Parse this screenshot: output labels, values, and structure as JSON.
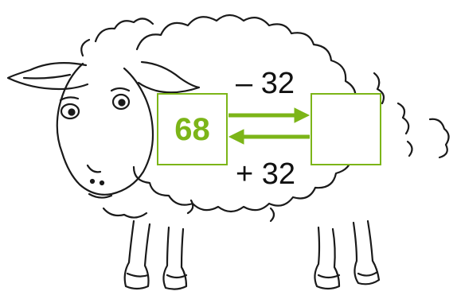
{
  "diagram": {
    "start_value": "68",
    "forward_operation": "– 32",
    "backward_operation": "+ 32",
    "result_value": "",
    "accent_color": "#7cb518",
    "outline_color": "#1a1a1a",
    "illustration": "sheep"
  }
}
